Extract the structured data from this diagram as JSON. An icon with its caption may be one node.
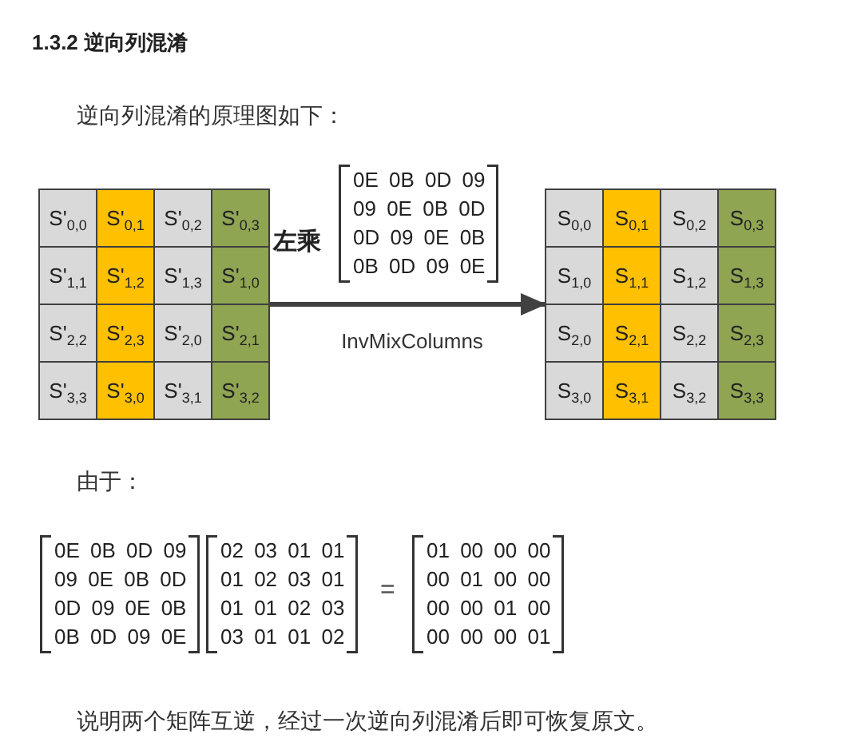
{
  "diagram": {
    "title": "1.3.2 逆向列混淆",
    "nodes": [
      {
        "text": [],
        "shape": "box"
      },
      {
        "text": [
          "S'$_{0,0}$"
        ],
        "in": 0
      },
      {
        "text": [
          "S'$_{0,1}$"
        ],
        "in": 0
      },
      {
        "text": [
          "S'$_{0,2}$"
        ],
        "in": 0
      },
      {
        "text": [
          "S'$_{0,3}$"
        ],
        "in": 0
      },
      {
        "text": [
          "S'$_{1,1}$"
        ],
        "in": 0
      },
      {
        "text": [
          "S'$_{1,2}$"
        ],
        "in": 0
      },
      {
        "text": [
          "S'$_{1,3}$"
        ],
        "in": 0
      },
      {
        "text": [
          "S'$_{1,0}$"
        ],
        "in": 0
      },
      {
        "text": [
          "S'$_{2,2}$"
        ],
        "in": 0
      },
      {
        "text": [
          "S'$_{2,3}$"
        ],
        "in": 0
      },
      {
        "text": [
          "S'$_{2,0}$"
        ],
        "in": 0
      },
      {
        "text": [
          "S'$_{2,1}$"
        ],
        "in": 0
      },
      {
        "text": [
          "S'$_{3,3}$"
        ],
        "in": 0
      },
      {
        "text": [
          "S'$_{3,0}$"
        ],
        "in": 0
      },
      {
        "text": [
          "S'$_{3,1}$"
        ],
        "in": 0
      },
      {
        "text": [
          "S'$_{3,2}$"
        ],
        "in": 0
      },
      {
        "text": [],
        "shape": "box"
      },
      {
        "text": [
          "S$_{0,0}$"
        ],
        "in": 17
      },
      {
        "text": [
          "S$_{0,1}$"
        ],
        "in": 17
      },
      {
        "text": [
          "S$_{0,2}$"
        ],
        "in": 17
      },
      {
        "text": [
          "S$_{0,3}$"
        ],
        "in": 17
      },
      {
        "text": [
          "S$_{1,0}$"
        ],
        "in": 17
      },
      {
        "text": [
          "S$_{1,1}$"
        ],
        "in": 17
      },
      {
        "text": [
          "S$_{1,2}$"
        ],
        "in": 17
      },
      {
        "text": [
          "S$_{1,3}$"
        ],
        "in": 17
      },
      {
        "text": [
          "S$_{2,0}$"
        ],
        "in": 17
      },
      {
        "text": [
          "S$_{2,1}$"
        ],
        "in": 17
      },
      {
        "text": [
          "S$_{2,2}$"
        ],
        "in": 17
      },
      {
        "text": [
          "S$_{2,3}$"
        ],
        "in": 17
      },
      {
        "text": [
          "S$_{3,0}$"
        ],
        "in": 17
      },
      {
        "text": [
          "S$_{3,1}$"
        ],
        "in": 17
      },
      {
        "text": [
          "S$_{3,2}$"
        ],
        "in": 17
      },
      {
        "text": [
          "S$_{3,3}$"
        ],
        "in": 17
      }
    ],
    "edges": [
      {
        "from": 0,
        "to": 17,
        "arrow": "to",
        "label": "InvMixColumns"
      }
    ],
    "labels": [
      "逆向列混淆的原理图如下：",
      "左乘",
      "0E 0B 0D 09",
      "09 0E 0B 0D",
      "0D 09 0E 0B",
      "0B 0D 09 0E",
      "由于：",
      "0E 0B 0D 09",
      "09 0E 0B 0D",
      "0D 09 0E 0B",
      "0B 0D 09 0E",
      "02 03 01 01",
      "01 02 03 01",
      "01 01 02 03",
      "03 01 01 02",
      "=",
      "01 00 00 00",
      "00 01 00 00",
      "00 00 01 00",
      "00 00 00 01",
      "说明两个矩阵互逆，经过一次逆向列混淆后即可恢复原文。"
    ]
  }
}
